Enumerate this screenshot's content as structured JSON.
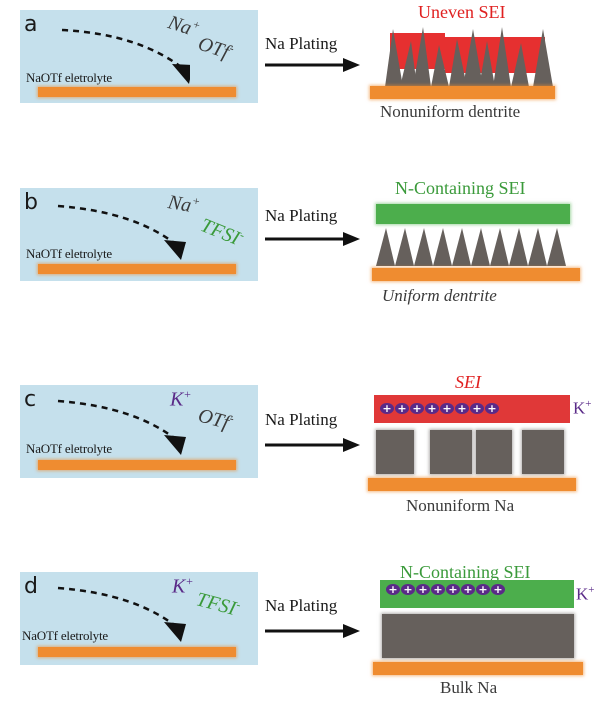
{
  "panels": [
    {
      "letter": "a",
      "electrolyte_label": "NaOTf eletrolyte",
      "cation": "Na",
      "cation_charge": "+",
      "anion": "OTf",
      "anion_charge": "-",
      "process": "Na Plating",
      "sei_label": "Uneven SEI",
      "caption": "Nonuniform dentrite"
    },
    {
      "letter": "b",
      "electrolyte_label": "NaOTf eletrolyte",
      "cation": "Na",
      "cation_charge": "+",
      "anion": "TFSI",
      "anion_charge": "-",
      "process": "Na Plating",
      "sei_label": "N-Containing SEI",
      "caption": "Uniform dentrite"
    },
    {
      "letter": "c",
      "electrolyte_label": "NaOTf eletrolyte",
      "cation": "K",
      "cation_charge": "+",
      "anion": "OTf",
      "anion_charge": "-",
      "process": "Na Plating",
      "sei_label": "SEI",
      "ion_label": "K",
      "ion_charge": "+",
      "ion_count": 8,
      "ion_symbol": "+",
      "caption": "Nonuniform Na"
    },
    {
      "letter": "d",
      "electrolyte_label": "NaOTf eletrolyte",
      "cation": "K",
      "cation_charge": "+",
      "anion": "TFSI",
      "anion_charge": "-",
      "process": "Na Plating",
      "sei_label": "N-Containing SEI",
      "ion_label": "K",
      "ion_charge": "+",
      "ion_count": 8,
      "ion_symbol": "+",
      "caption": "Bulk Na"
    }
  ],
  "colors": {
    "electrolyte_bg": "#c5e0ec",
    "current_collector": "#ef8c30",
    "sodium_metal": "#66605c",
    "uneven_sei": "#e63030",
    "n_containing_sei": "#4cae4c",
    "potassium_ion": "#5a2a88",
    "sei_label_red": "#e02020",
    "sei_label_green": "#3a9a3a"
  }
}
